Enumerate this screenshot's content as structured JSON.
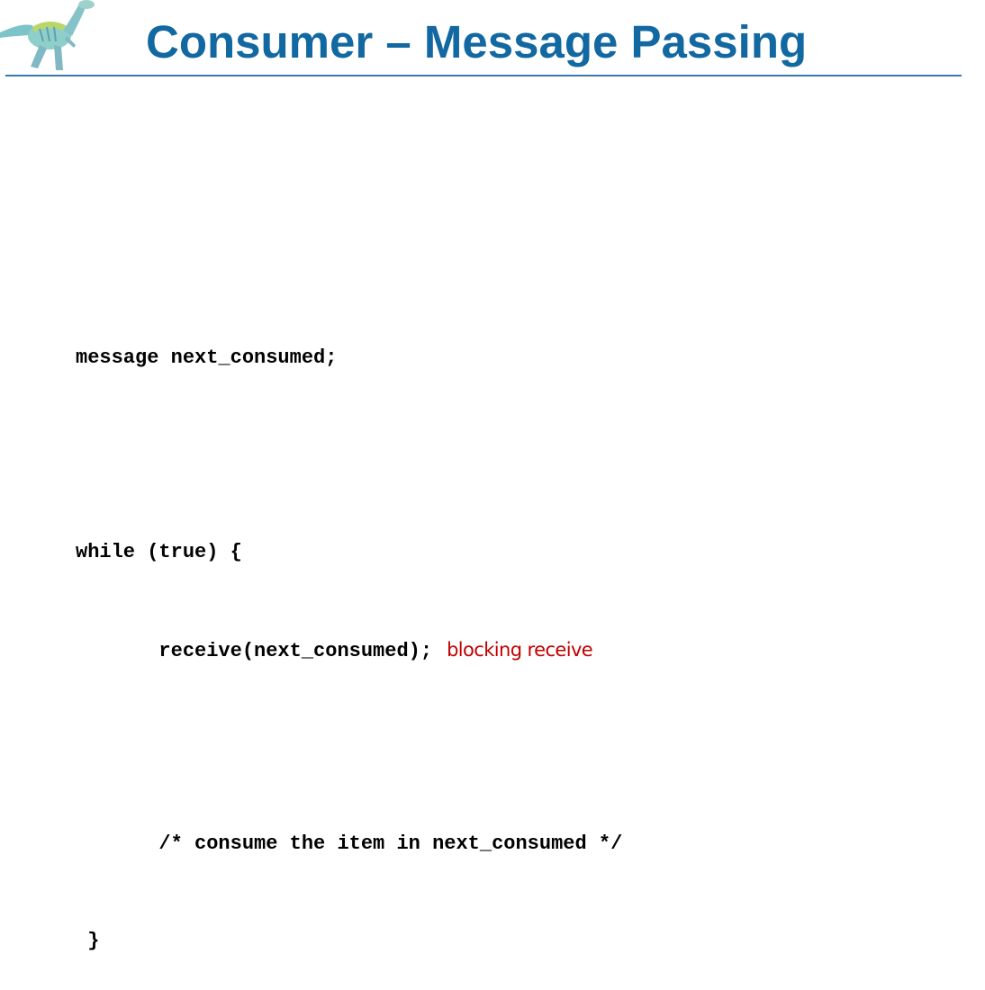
{
  "slide": {
    "title": "Consumer – Message Passing",
    "logo_icon": "dinosaur-icon",
    "accent_color": "#1268a1",
    "annotation_color": "#c00000"
  },
  "code": {
    "lines": [
      "message next_consumed;",
      "",
      "while (true) {",
      "       receive(next_consumed);",
      "",
      "       /* consume the item in next_consumed */",
      " }"
    ],
    "annotation": "blocking receive"
  }
}
